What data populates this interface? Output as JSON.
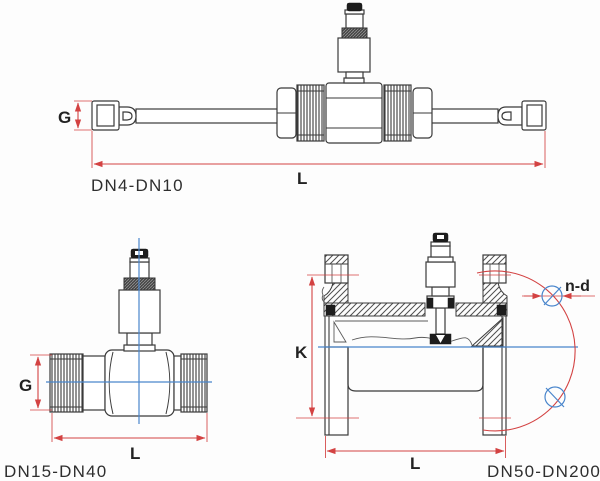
{
  "colors": {
    "line": "#3a3a3a",
    "dimension_red": "#d34242",
    "centerline_blue": "#4a86cc",
    "black_fill": "#1d1d1d",
    "background": "#fdfdfd"
  },
  "drawings": [
    {
      "name": "dn4-dn10",
      "label": "DN4-DN10",
      "dim_labels": {
        "g": "G",
        "l": "L"
      }
    },
    {
      "name": "dn15-dn40",
      "label": "DN15-DN40",
      "dim_labels": {
        "g": "G",
        "l": "L"
      }
    },
    {
      "name": "dn50-dn200",
      "label": "DN50-DN200",
      "dim_labels": {
        "k": "K",
        "l": "L",
        "bolt_holes": "n-d"
      }
    }
  ]
}
